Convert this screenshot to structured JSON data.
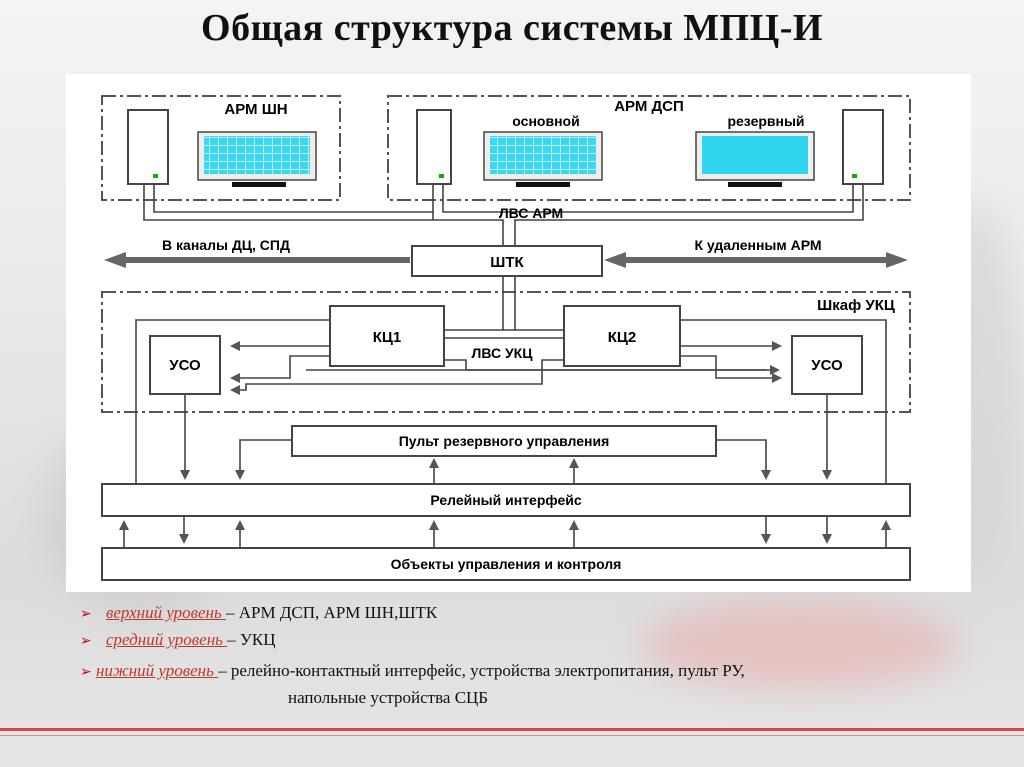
{
  "title": "Общая  структура системы МПЦ-И",
  "diagram": {
    "arm_shn": "АРМ ШН",
    "arm_dsp": "АРМ ДСП",
    "main": "основной",
    "reserve": "резервный",
    "lvs_arm": "ЛВС АРМ",
    "to_channels": "В каналы ДЦ, СПД",
    "to_remote": "К удаленным АРМ",
    "shtk": "ШТК",
    "cabinet": "Шкаф УКЦ",
    "kc1": "КЦ1",
    "kc2": "КЦ2",
    "lvs_ukc": "ЛВС УКЦ",
    "uso": "УСО",
    "reserve_panel": "Пульт резервного управления",
    "relay_interface": "Релейный интерфейс",
    "objects": "Объекты управления и контроля"
  },
  "bullets": [
    {
      "key": "верхний уровень ",
      "text": "– АРМ ДСП, АРМ ШН,ШТК",
      "marker": "arrow-bullet-icon"
    },
    {
      "key": "средний уровень ",
      "text": "– УКЦ",
      "marker": "arrow-bullet-icon"
    },
    {
      "key": "нижний уровень ",
      "text": "– релейно-контактный интерфейс, устройства электропитания, пульт РУ,",
      "cont": "напольные  устройства СЦБ",
      "marker": "arrow-bullet-icon"
    }
  ],
  "colors": {
    "accent": "#c0392b",
    "screen": "#2fd5ee",
    "line": "#d24a4a"
  }
}
